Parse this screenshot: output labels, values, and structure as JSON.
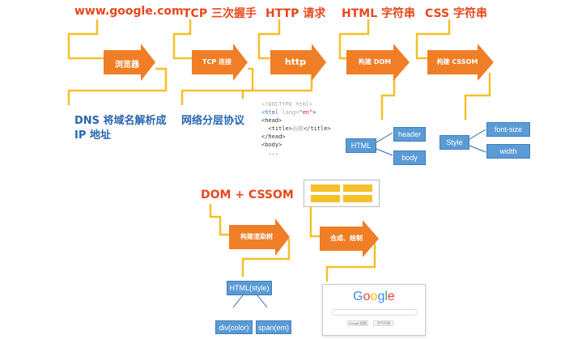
{
  "steps": {
    "url": "www.google.com",
    "tcp": "TCP 三次握手",
    "http_request": "HTTP 请求",
    "html_string": "HTML 字符串",
    "css_string": "CSS 字符串"
  },
  "arrows": {
    "browser": "浏览器",
    "tcp_connect": "TCP 连接",
    "http": "http",
    "build_dom": "构建 DOM",
    "build_cssom": "构建 CSSOM",
    "build_render_tree": "构建渲染树",
    "composite_paint": "合成、绘制"
  },
  "notes": {
    "dns_line1": "DNS 将域名解析成",
    "dns_line2": "IP 地址",
    "network_layer": "网络分层协议"
  },
  "code": {
    "line1": "<!DOCTYPE html>",
    "line2_tag": "<html",
    "line2_attr": " lang=",
    "line2_val": "\"en\"",
    "line2_end": ">",
    "line3": "<head>",
    "line4_open": "  <title>",
    "line4_text": "谷歌",
    "line4_close": "</title>",
    "line5": "</head>",
    "line6": "<body>",
    "line7": "  ..."
  },
  "dom_tree": {
    "root": "HTML",
    "child1": "header",
    "child2": "body"
  },
  "cssom_tree": {
    "root": "Style",
    "child1": "font-size",
    "child2": "width"
  },
  "dom_cssom_label": "DOM + CSSOM",
  "render_tree": {
    "root": "HTML(style)",
    "child1": "div(color)",
    "child2": "span(em)"
  },
  "google_preview": {
    "logo_letters": [
      "G",
      "o",
      "o",
      "g",
      "l",
      "e"
    ],
    "logo_colors": [
      "#4285F4",
      "#EA4335",
      "#FBBC05",
      "#4285F4",
      "#34A853",
      "#EA4335"
    ],
    "btn1": "Google 搜索",
    "btn2": "手气不错"
  },
  "colors": {
    "accent_red": "#e8471b",
    "arrow_orange": "#f07e26",
    "line_yellow": "#f6c02b",
    "box_blue": "#5b9bd5",
    "text_blue": "#2a66b3"
  }
}
